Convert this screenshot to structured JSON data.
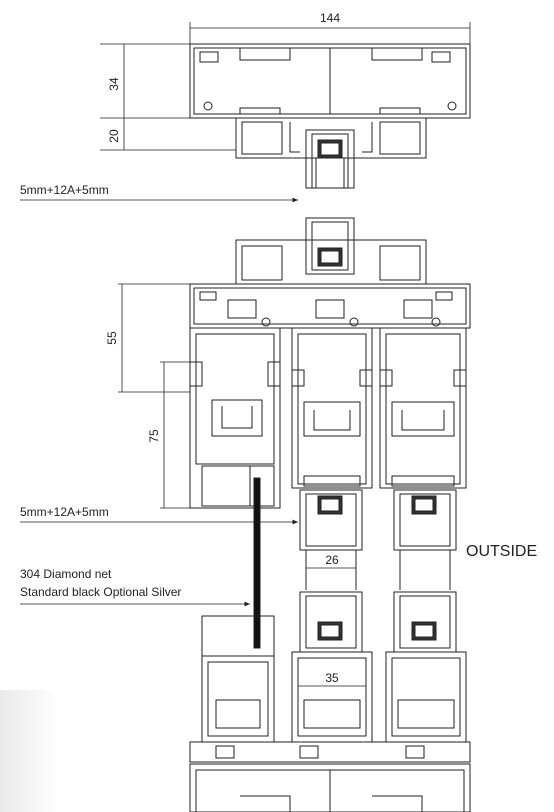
{
  "dimensions": {
    "overall_width": "144",
    "top_frame_height": "34",
    "sash_depth": "20",
    "frame_depth": "55",
    "mid_height": "75",
    "glass_width": "26",
    "sash_width": "35"
  },
  "labels": {
    "glass_spec_top": "5mm+12A+5mm",
    "glass_spec_mid": "5mm+12A+5mm",
    "net_line_1": "304 Diamond net",
    "net_line_2": "Standard black  Optional Silver",
    "outside": "OUTSIDE"
  },
  "colors": {
    "line": "#222222",
    "net": "#111111",
    "seal": "#333333"
  }
}
